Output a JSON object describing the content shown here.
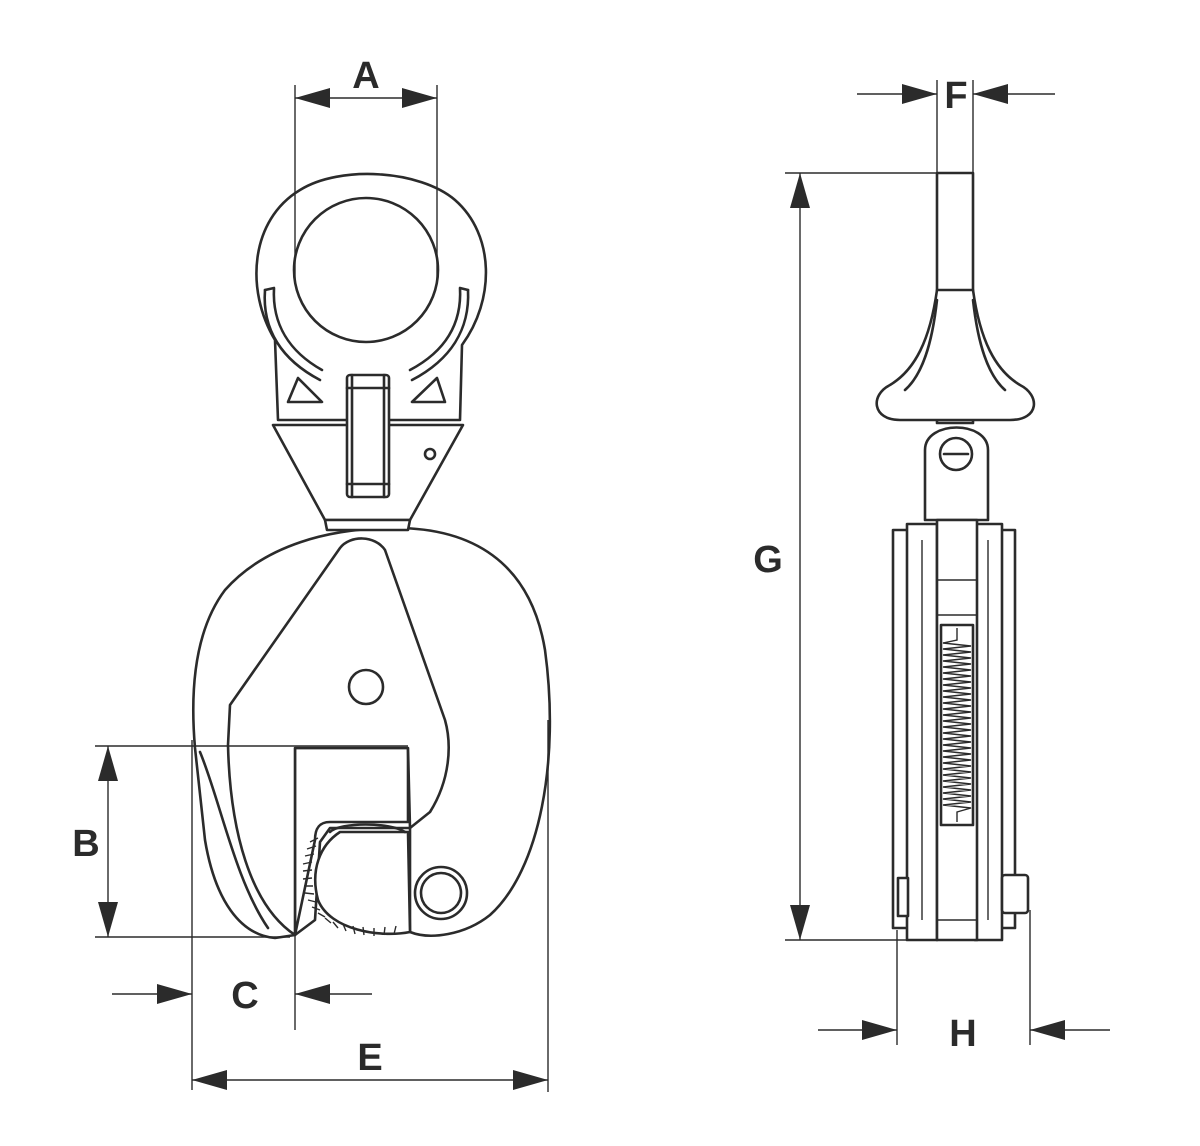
{
  "labels": {
    "A": "A",
    "B": "B",
    "C": "C",
    "E": "E",
    "F": "F",
    "G": "G",
    "H": "H"
  }
}
